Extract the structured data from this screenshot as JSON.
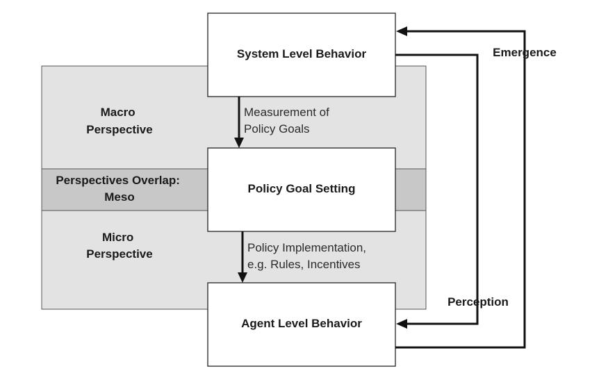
{
  "perspectives": {
    "macro": [
      "Macro",
      "Perspective"
    ],
    "meso": [
      "Perspectives Overlap:",
      "Meso"
    ],
    "micro": [
      "Micro",
      "Perspective"
    ]
  },
  "boxes": {
    "system": "System Level Behavior",
    "policy": "Policy Goal Setting",
    "agent": "Agent Level Behavior"
  },
  "arrows": {
    "measurement": [
      "Measurement of",
      "Policy Goals"
    ],
    "implementation": [
      "Policy Implementation,",
      "e.g. Rules, Incentives"
    ],
    "emergence": "Emergence",
    "perception": "Perception"
  }
}
